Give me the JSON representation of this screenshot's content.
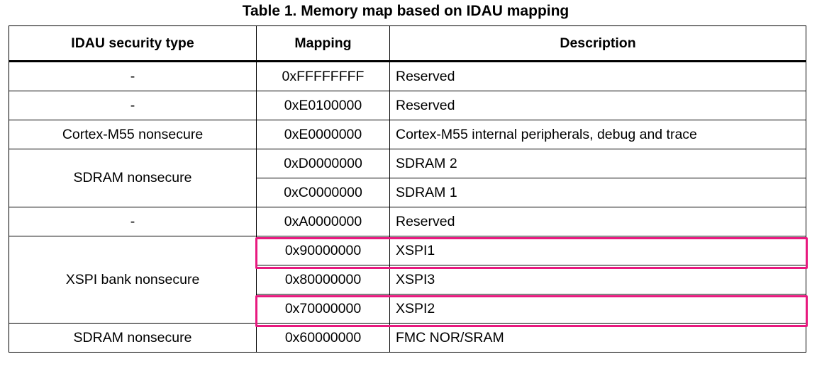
{
  "caption": "Table 1. Memory map based on IDAU mapping",
  "headers": {
    "security": "IDAU security type",
    "mapping": "Mapping",
    "description": "Description"
  },
  "rows": [
    {
      "security": "-",
      "mapping": "0xFFFFFFFF",
      "description": "Reserved"
    },
    {
      "security": "-",
      "mapping": "0xE0100000",
      "description": "Reserved"
    },
    {
      "security": "Cortex-M55 nonsecure",
      "mapping": "0xE0000000",
      "description": "Cortex-M55 internal peripherals, debug and trace"
    },
    {
      "security": "SDRAM nonsecure",
      "mapping": "0xD0000000",
      "description": "SDRAM 2"
    },
    {
      "mapping": "0xC0000000",
      "description": "SDRAM 1"
    },
    {
      "security": "-",
      "mapping": "0xA0000000",
      "description": "Reserved"
    },
    {
      "security": "XSPI bank nonsecure",
      "mapping": "0x90000000",
      "description": "XSPI1",
      "highlighted": true
    },
    {
      "mapping": "0x80000000",
      "description": "XSPI3"
    },
    {
      "mapping": "0x70000000",
      "description": "XSPI2",
      "highlighted": true
    },
    {
      "security": "SDRAM nonsecure",
      "mapping": "0x60000000",
      "description": "FMC NOR/SRAM"
    }
  ],
  "highlight_color": "#e8197f"
}
